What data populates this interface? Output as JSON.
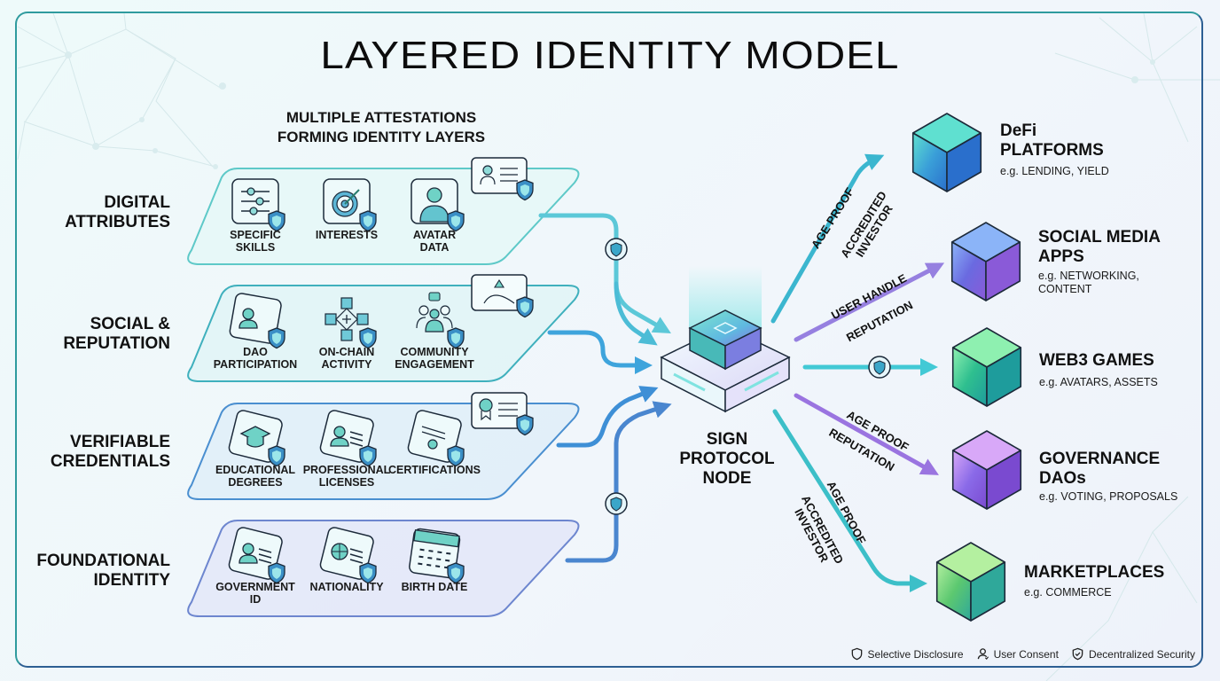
{
  "title": "LAYERED IDENTITY MODEL",
  "subtitle": [
    "MULTIPLE ATTESTATIONS",
    "FORMING IDENTITY LAYERS"
  ],
  "layers": [
    {
      "name": [
        "DIGITAL",
        "ATTRIBUTES"
      ],
      "color": "#5ec9c8",
      "badge_icon": "profile-card-icon",
      "items": [
        {
          "label": [
            "SPECIFIC",
            "SKILLS"
          ],
          "icon": "sliders-icon"
        },
        {
          "label": [
            "INTERESTS"
          ],
          "icon": "target-icon"
        },
        {
          "label": [
            "AVATAR",
            "DATA"
          ],
          "icon": "avatar-icon"
        }
      ]
    },
    {
      "name": [
        "SOCIAL &",
        "REPUTATION"
      ],
      "color": "#3fb0bd",
      "badge_icon": "network-card-icon",
      "items": [
        {
          "label": [
            "DAO",
            "PARTICIPATION"
          ],
          "icon": "dao-card-icon"
        },
        {
          "label": [
            "ON-CHAIN",
            "ACTIVITY"
          ],
          "icon": "blockchain-icon"
        },
        {
          "label": [
            "COMMUNITY",
            "ENGAGEMENT"
          ],
          "icon": "community-icon"
        }
      ]
    },
    {
      "name": [
        "VERIFIABLE",
        "CREDENTIALS"
      ],
      "color": "#4a8fd0",
      "badge_icon": "certificate-card-icon",
      "items": [
        {
          "label": [
            "EDUCATIONAL",
            "DEGREES"
          ],
          "icon": "graduation-cap-icon"
        },
        {
          "label": [
            "PROFESSIONAL",
            "LICENSES"
          ],
          "icon": "license-card-icon"
        },
        {
          "label": [
            "CERTIFICATIONS"
          ],
          "icon": "certificate-icon"
        }
      ]
    },
    {
      "name": [
        "FOUNDATIONAL",
        "IDENTITY"
      ],
      "color": "#6d86cf",
      "badge_icon": null,
      "items": [
        {
          "label": [
            "GOVERNMENT",
            "ID"
          ],
          "icon": "id-card-icon"
        },
        {
          "label": [
            "NATIONALITY"
          ],
          "icon": "globe-card-icon"
        },
        {
          "label": [
            "BIRTH DATE"
          ],
          "icon": "calendar-icon"
        }
      ]
    }
  ],
  "node": {
    "label": [
      "SIGN",
      "PROTOCOL",
      "NODE"
    ]
  },
  "flows": [
    {
      "to": "defi",
      "labels": [
        "AGE PROOF",
        "ACCREDITED INVESTOR"
      ],
      "color": "#36b5cc"
    },
    {
      "to": "social",
      "labels": [
        "USER HANDLE",
        "REPUTATION"
      ],
      "color": "#9a7fe0"
    },
    {
      "to": "games",
      "labels": [],
      "color": "#36c6d6",
      "shield": true
    },
    {
      "to": "governance",
      "labels": [
        "AGE PROOF",
        "REPUTATION"
      ],
      "color": "#9a74e0"
    },
    {
      "to": "marketplaces",
      "labels": [
        "AGE PROOF",
        "ACCREDITED INVESTOR"
      ],
      "color": "#3cc0c8"
    }
  ],
  "destinations": [
    {
      "id": "defi",
      "title": [
        "DeFi",
        "PLATFORMS"
      ],
      "subtitle": [
        "e.g. LENDING, YIELD"
      ],
      "colors": [
        "#5fe0d0",
        "#3a9fd8",
        "#2a6fcc"
      ]
    },
    {
      "id": "social",
      "title": [
        "SOCIAL MEDIA",
        "APPS"
      ],
      "subtitle": [
        "e.g. NETWORKING,",
        "CONTENT"
      ],
      "colors": [
        "#8bb4f8",
        "#6a6ae0",
        "#8a5ad8"
      ]
    },
    {
      "id": "games",
      "title": [
        "WEB3 GAMES"
      ],
      "subtitle": [
        "e.g. AVATARS, ASSETS"
      ],
      "colors": [
        "#8ef0b0",
        "#2fbf8f",
        "#1e9c9c"
      ]
    },
    {
      "id": "governance",
      "title": [
        "GOVERNANCE",
        "DAOs"
      ],
      "subtitle": [
        "e.g. VOTING, PROPOSALS"
      ],
      "colors": [
        "#d8a8f8",
        "#8a6ae8",
        "#7a4ad0"
      ]
    },
    {
      "id": "marketplaces",
      "title": [
        "MARKETPLACES"
      ],
      "subtitle": [
        "e.g. COMMERCE"
      ],
      "colors": [
        "#b4f0a0",
        "#5cc870",
        "#2fa89a"
      ]
    }
  ],
  "legend": [
    {
      "icon": "shield-icon",
      "label": "Selective Disclosure"
    },
    {
      "icon": "user-consent-icon",
      "label": "User Consent"
    },
    {
      "icon": "shield-check-icon",
      "label": "Decentralized Security"
    }
  ]
}
